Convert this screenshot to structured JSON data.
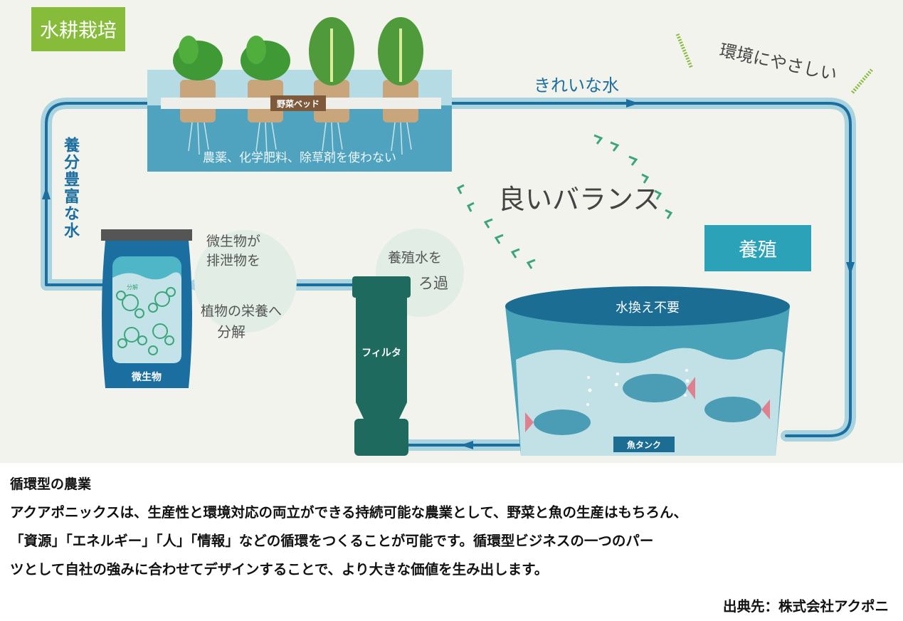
{
  "diagram": {
    "hydroponics_label": "水耕栽培",
    "vegetable_bed_label": "野菜ベッド",
    "no_chemicals_text": "農薬、化学肥料、除草剤を使わない",
    "clean_water_label": "きれいな水",
    "eco_friendly_label": "環境にやさしい",
    "good_balance_label": "良いバランス",
    "aquaculture_label": "養殖",
    "nutrient_water_label": "養分豊富な水",
    "microbe_bubble_line1": "微生物が",
    "microbe_bubble_line2": "排泄物を",
    "microbe_bubble_line3": "植物の栄養へ",
    "microbe_bubble_line4": "分解",
    "microbe_decompose_tag": "分解",
    "microbe_container_label": "微生物",
    "filter_bubble_line1": "養殖水を",
    "filter_bubble_line2": "ろ過",
    "filter_label": "フィルタ",
    "no_water_change_label": "水換え不要",
    "fish_tank_label": "魚タンク"
  },
  "caption": {
    "title": "循環型の農業",
    "line1": "アクアポニックスは、生産性と環境対応の両立ができる持続可能な農業として、野菜と魚の生産はもちろん、",
    "line2": "「資源」「エネルギー」「人」「情報」などの循環をつくることが可能です。循環型ビジネスの一つのパー",
    "line3": "ツとして自社の強みに合わせてデザインすることで、より大きな価値を生み出します。",
    "source": "出典先：株式会社アクポニ"
  },
  "colors": {
    "green_label": "#86bc3a",
    "pipe_dark": "#1a6fa0",
    "pipe_light": "#a9d3df",
    "aqua_label": "#2ba2b8",
    "filter": "#1f6a5f"
  }
}
